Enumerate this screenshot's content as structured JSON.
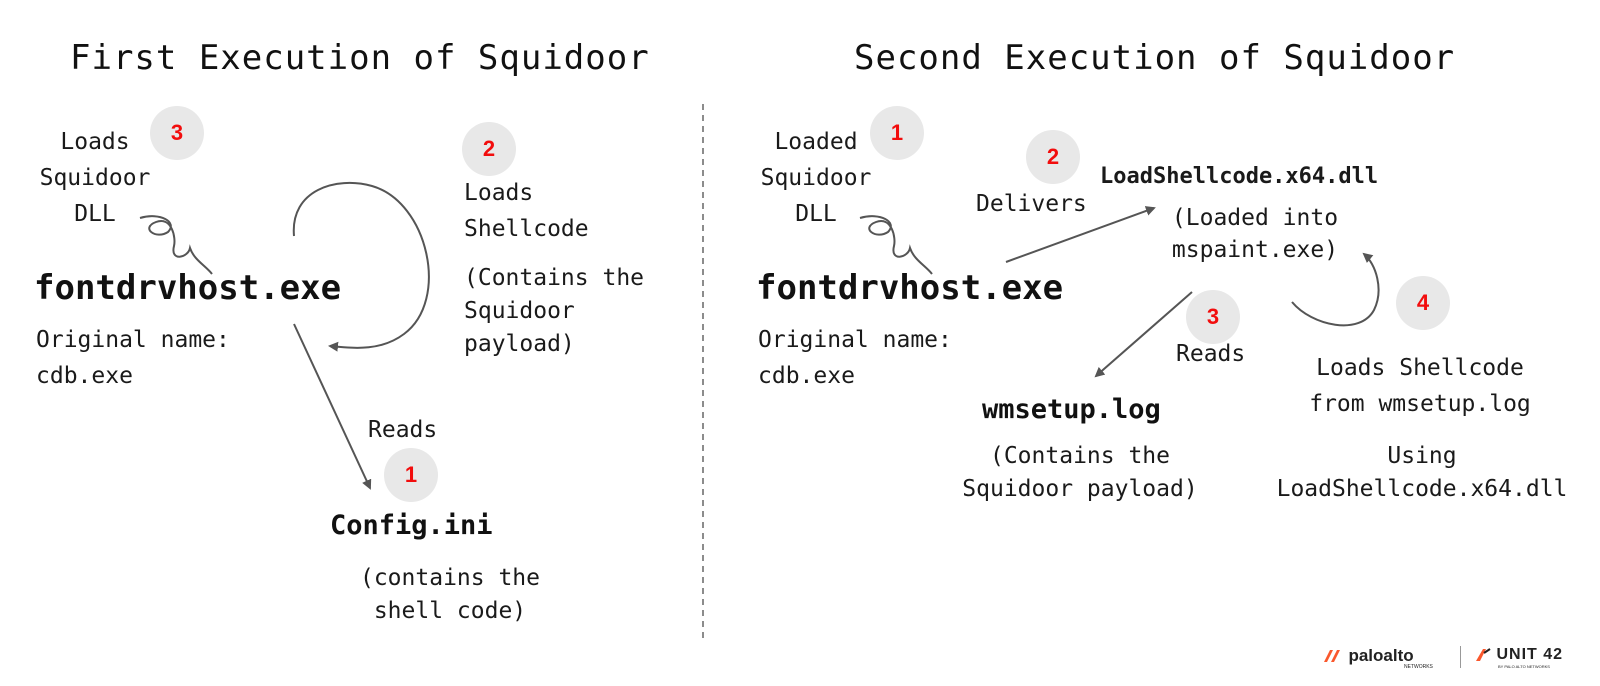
{
  "left": {
    "title": "First Execution of Squidoor",
    "loads_dll": "Loads\nSquidoor\nDLL",
    "exe_name": "fontdrvhost.exe",
    "original_name": "Original name:\ncdb.exe",
    "loads_shellcode": "Loads\nShellcode",
    "contains_payload": "(Contains the\nSquidoor\npayload)",
    "reads": "Reads",
    "config_file": "Config.ini",
    "config_note": "(contains the\nshell code)",
    "badges": [
      "3",
      "2",
      "1"
    ]
  },
  "right": {
    "title": "Second Execution of Squidoor",
    "loaded_dll": "Loaded\nSquidoor\nDLL",
    "exe_name": "fontdrvhost.exe",
    "original_name": "Original name:\ncdb.exe",
    "delivers": "Delivers",
    "dll_name": "LoadShellcode.x64.dll",
    "loaded_into": "(Loaded into\nmspaint.exe)",
    "reads": "Reads",
    "log_file": "wmsetup.log",
    "log_note": "(Contains the\nSquidoor payload)",
    "loads_from_log": "Loads Shellcode\nfrom wmsetup.log",
    "using": "Using\nLoadShellcode.x64.dll",
    "badges": [
      "1",
      "2",
      "3",
      "4"
    ]
  },
  "footer": {
    "brand": "paloalto",
    "brand_sub": "NETWORKS",
    "unit": "UNIT 42",
    "unit_sub": "BY PALO ALTO NETWORKS"
  },
  "colors": {
    "badge_text": "#f20d0d",
    "badge_bg": "#e8e8e8",
    "line": "#555555",
    "logo_orange": "#fa582d"
  }
}
